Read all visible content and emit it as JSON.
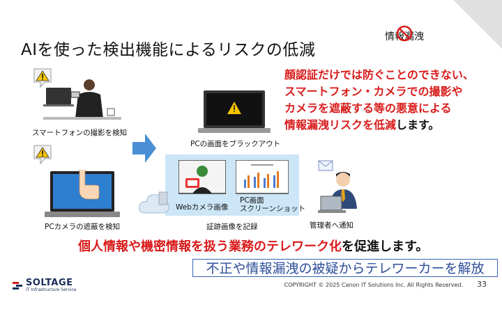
{
  "slide": {
    "title": "AIを使った検出機能によるリスクの低減",
    "badge": "情報漏洩",
    "highlight_lines": [
      "顔認証だけでは防ぐことのできない、",
      "スマートフォン・カメラでの撮影や",
      "カメラを遮蔽する等の悪意による",
      "情報漏洩リスクを低減"
    ],
    "highlight_tail": "します。",
    "captions": {
      "smartphone": "スマートフォンの撮影を検知",
      "camera_block": "PCカメラの遮蔽を検知",
      "blackout": "PCの画面をブラックアウト",
      "webcam": "Webカメラ画像",
      "screenshot_line1": "PC画面",
      "screenshot_line2": "スクリーンショット",
      "evidence": "証跡画像を記録",
      "admin": "管理者へ通知"
    },
    "message_red": "個人情報や機密情報を扱う業務のテレワーク化",
    "message_tail": "を促進します。",
    "boxed_message": "不正や情報漏洩の被疑からテレワーカーを解放",
    "logo_name": "SOLTAGE",
    "logo_sub": "IT Infrastructure Service",
    "copyright": "COPYRIGHT © 2025 Canon IT Solutions Inc. All Rights Reserved.",
    "page_number": "33"
  },
  "colors": {
    "accent_red": "#d91a1a",
    "arrow_blue": "#4a8fd4",
    "panel_blue": "#cde6f7",
    "box_blue": "#3565b4"
  },
  "icons": [
    "warning-icon",
    "no-entry-icon",
    "arrow-right-icon",
    "cloud-icon",
    "mail-icon"
  ]
}
